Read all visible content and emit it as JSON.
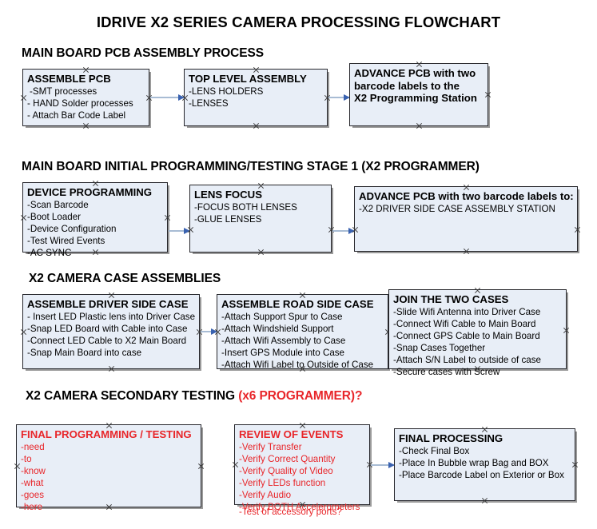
{
  "document": {
    "title": "IDRIVE X2  SERIES CAMERA PROCESSING FLOWCHART"
  },
  "colors": {
    "node_fill": "#e8eef7",
    "node_border": "#26262b",
    "connector_line": "#a8bcd4",
    "connector_arrow": "#3a62b0",
    "accent_red": "#e8262a",
    "text": "#000000"
  },
  "sections": [
    {
      "id": "main-board-pcb-assembly-process",
      "heading": "MAIN BOARD PCB ASSEMBLY PROCESS",
      "heading_accent": "",
      "nodes": [
        {
          "id": "assemble-pcb",
          "title": "ASSEMBLE PCB",
          "lines": [
            "-SMT processes",
            "- HAND Solder processes",
            "- Attach Bar Code Label"
          ]
        },
        {
          "id": "top-level-assembly",
          "title": "TOP LEVEL ASSEMBLY",
          "lines": [
            "-LENS HOLDERS",
            "-LENSES"
          ]
        },
        {
          "id": "advance-pcb-programming-station",
          "title": "ADVANCE PCB with two",
          "lines": [
            "barcode labels to the",
            " X2 Programming Station"
          ]
        }
      ]
    },
    {
      "id": "main-board-initial-programming",
      "heading": "MAIN BOARD INITIAL PROGRAMMING/TESTING STAGE 1 (X2 PROGRAMMER)",
      "heading_accent": "",
      "nodes": [
        {
          "id": "device-programming",
          "title": "DEVICE PROGRAMMING",
          "lines": [
            "-Scan Barcode",
            "-Boot Loader",
            "-Device Configuration",
            "-Test Wired Events",
            "-AC SYNC"
          ]
        },
        {
          "id": "lens-focus",
          "title": "LENS FOCUS",
          "lines": [
            "-FOCUS BOTH LENSES",
            "-GLUE LENSES"
          ]
        },
        {
          "id": "advance-pcb-driver-side-case",
          "title": "ADVANCE PCB with two barcode labels to:",
          "lines": [
            "-X2 DRIVER  SIDE  CASE  ASSEMBLY STATION"
          ]
        }
      ]
    },
    {
      "id": "x2-camera-case-assemblies",
      "heading": "X2 CAMERA CASE ASSEMBLIES",
      "heading_accent": "",
      "nodes": [
        {
          "id": "assemble-driver-side-case",
          "title": "ASSEMBLE DRIVER SIDE CASE",
          "lines": [
            "- Insert LED Plastic lens into Driver Case",
            "-Snap LED Board with Cable into Case",
            "-Connect LED Cable to X2 Main Board",
            "-Snap Main Board into case"
          ]
        },
        {
          "id": "assemble-road-side-case",
          "title": "ASSEMBLE ROAD SIDE CASE",
          "lines": [
            "-Attach Support Spur to Case",
            "-Attach Windshield Support",
            "-Attach Wifi Assembly to Case",
            "-Insert GPS Module into Case",
            "-Attach Wifi Label to Outside of Case"
          ]
        },
        {
          "id": "join-the-two-cases",
          "title": "JOIN THE TWO CASES",
          "lines": [
            "-Slide Wifi Antenna into Driver Case",
            "-Connect Wifi Cable to Main Board",
            "-Connect GPS Cable to Main Board",
            "-Snap Cases Together",
            "-Attach S/N Label to outside of case",
            "-Secure cases with Screw"
          ]
        }
      ]
    },
    {
      "id": "x2-camera-secondary-testing",
      "heading": "X2 CAMERA SECONDARY TESTING ",
      "heading_accent": "(x6 PROGRAMMER)?",
      "nodes": [
        {
          "id": "final-programming-testing",
          "title": "FINAL PROGRAMMING / TESTING",
          "lines": [
            "-need",
            "-to",
            "-know",
            "-what",
            "-goes",
            "-here"
          ]
        },
        {
          "id": "review-of-events",
          "title": "REVIEW OF EVENTS",
          "lines": [
            "-Verify Transfer",
            "-Verify Correct Quantity",
            "-Verify Quality of Video",
            "-Verify LEDs function",
            "-Verify Audio",
            "-Verify BOTH Accelerometers"
          ],
          "overflow_line": "-Test of accessory ports?"
        },
        {
          "id": "final-processing",
          "title": "FINAL PROCESSING",
          "lines": [
            " -Check Final Box",
            "-Place In Bubble wrap Bag and BOX",
            "-Place Barcode Label on Exterior or Box"
          ]
        }
      ]
    }
  ]
}
